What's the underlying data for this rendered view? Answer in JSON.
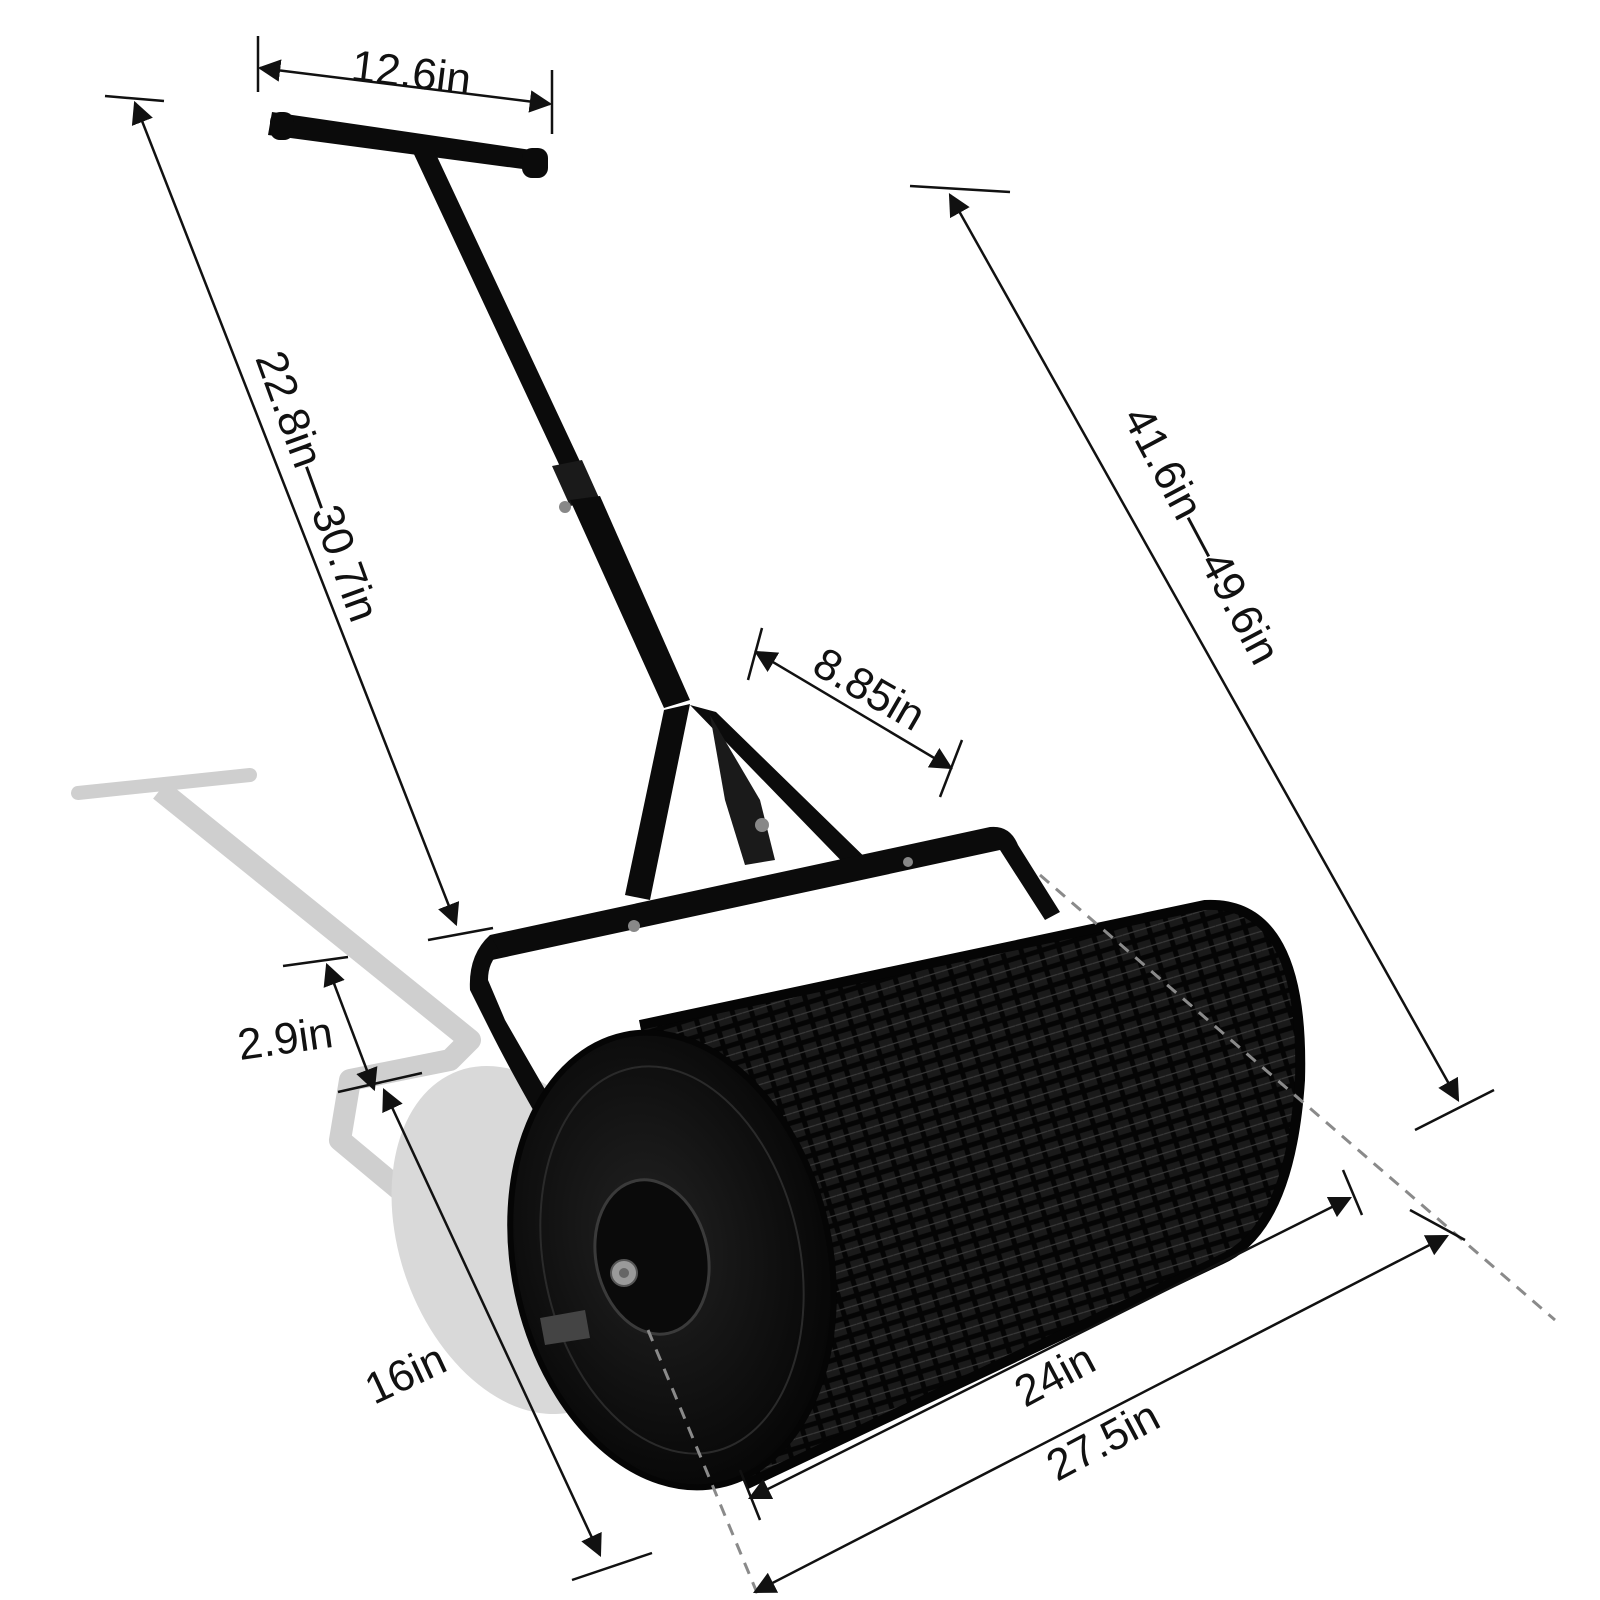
{
  "colors": {
    "background": "#ffffff",
    "product": "#0b0b0b",
    "dimension_line": "#111111",
    "center_guide": "#8a8a8a",
    "shadow": "#c9c9c9"
  },
  "product": {
    "icon": "lawn-roller-spreader-icon"
  },
  "dimensions": {
    "handle_width": "12.6in",
    "pole_length": "22.8in—30.7in",
    "overall_length": "41.6in—49.6in",
    "yoke_width": "8.85in",
    "drum_offset": "2.9in",
    "drum_diameter": "16in",
    "drum_length": "24in",
    "overall_width": "27.5in"
  }
}
